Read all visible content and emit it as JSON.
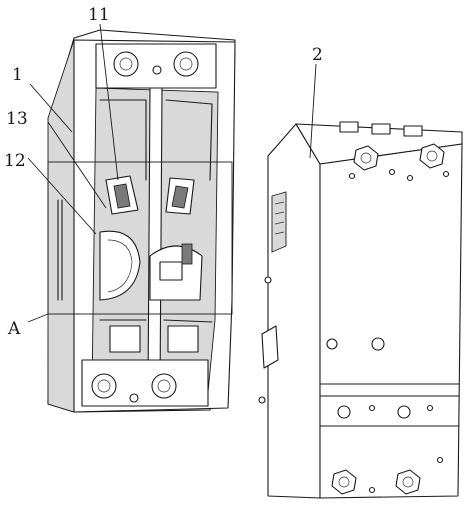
{
  "labels": {
    "part_1": "1",
    "part_2": "2",
    "part_11": "11",
    "part_12": "12",
    "part_13": "13",
    "detail_A": "A"
  }
}
